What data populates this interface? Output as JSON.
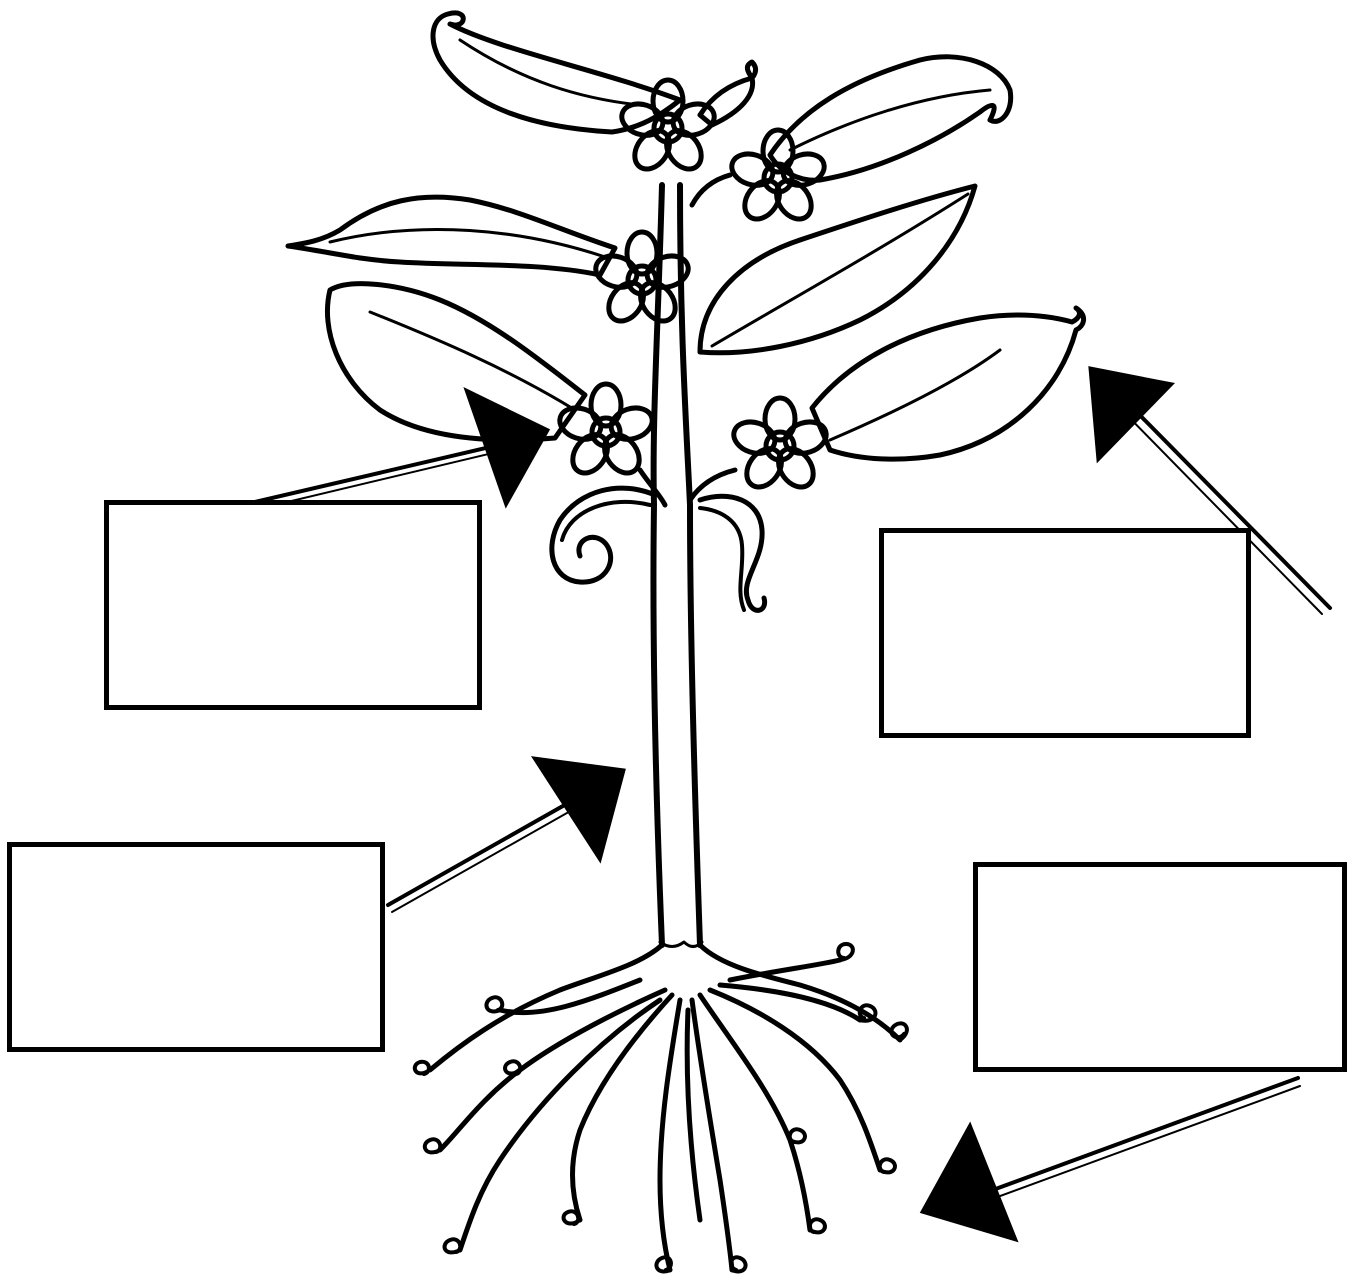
{
  "worksheet": {
    "label_boxes": [
      {
        "id": "box-flower",
        "text": "",
        "points_to": "flower"
      },
      {
        "id": "box-leaf",
        "text": "",
        "points_to": "leaf"
      },
      {
        "id": "box-stem",
        "text": "",
        "points_to": "stem"
      },
      {
        "id": "box-roots",
        "text": "",
        "points_to": "roots"
      }
    ]
  },
  "colors": {
    "ink": "#000000",
    "paper": "#ffffff"
  },
  "icons": {
    "arrow": "triangle-arrow-icon",
    "flower": "five-petal-flower-icon",
    "swirl": "spiral-tendril-icon"
  }
}
